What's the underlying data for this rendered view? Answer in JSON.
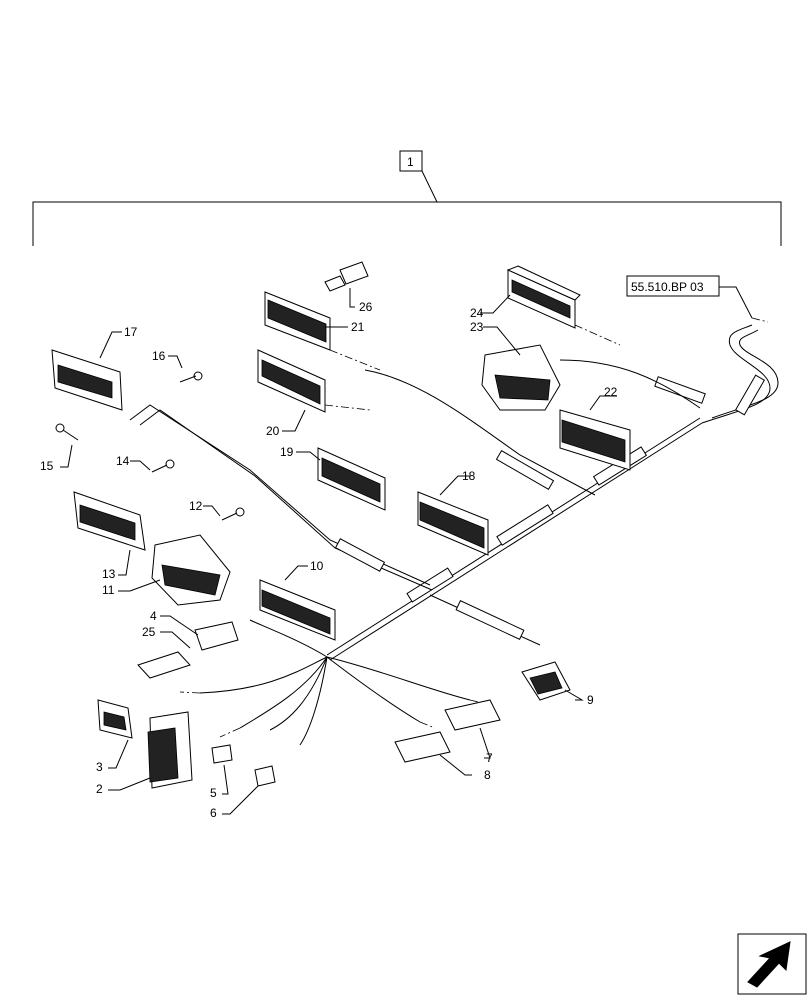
{
  "assembly_label": "1",
  "reference_label": "55.510.BP 03",
  "callouts": {
    "c2": "2",
    "c3": "3",
    "c4": "4",
    "c5": "5",
    "c6": "6",
    "c7": "7",
    "c8": "8",
    "c9": "9",
    "c10": "10",
    "c11": "11",
    "c12": "12",
    "c13": "13",
    "c14": "14",
    "c15": "15",
    "c16": "16",
    "c17": "17",
    "c18": "18",
    "c19": "19",
    "c20": "20",
    "c21": "21",
    "c22": "22",
    "c23": "23",
    "c24": "24",
    "c25": "25",
    "c26": "26"
  },
  "icons": {
    "next_page": "next-page-arrow-icon"
  }
}
